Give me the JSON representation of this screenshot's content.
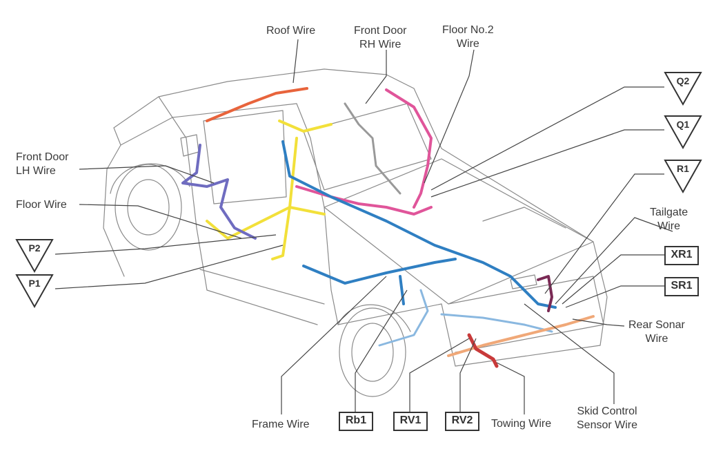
{
  "labels": {
    "roof_wire": "Roof Wire",
    "front_door_rh_wire": [
      "Front Door",
      "RH Wire"
    ],
    "floor_no2_wire": [
      "Floor No.2",
      "Wire"
    ],
    "front_door_lh_wire": [
      "Front Door",
      "LH Wire"
    ],
    "floor_wire": "Floor Wire",
    "tailgate_wire": [
      "Tailgate",
      "Wire"
    ],
    "rear_sonar_wire": [
      "Rear Sonar",
      "Wire"
    ],
    "skid_control_sensor_wire": [
      "Skid Control",
      "Sensor Wire"
    ],
    "towing_wire": "Towing Wire",
    "frame_wire": "Frame Wire"
  },
  "connector_triangles": {
    "q2": "Q2",
    "q1": "Q1",
    "r1": "R1",
    "p2": "P2",
    "p1": "P1"
  },
  "connector_boxes": {
    "xr1": "XR1",
    "sr1": "SR1",
    "rb1": "Rb1",
    "rv1": "RV1",
    "rv2": "RV2"
  },
  "colors": {
    "roof_wire": "#e8643c",
    "floor_wire": "#f2e03a",
    "floor_no2_wire": "#e0559a",
    "front_door_lh_wire": "#6f6cc0",
    "frame_wire": "#2f7fc2",
    "skid_control_sensor_wire": "#8ab8e0",
    "towing_wire": "#c83a3a",
    "rear_sonar_wire": "#f0a878",
    "tailgate_wire": "#7a2a55",
    "outline": "#888888"
  }
}
